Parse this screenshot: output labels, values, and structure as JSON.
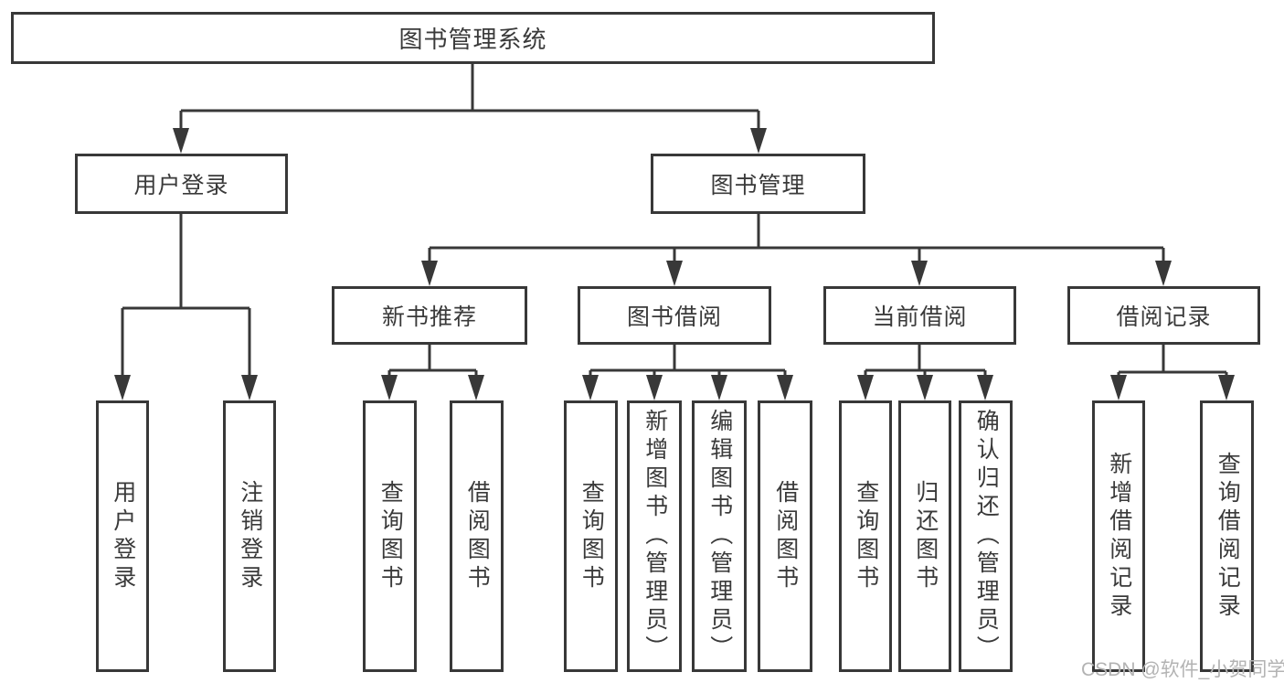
{
  "diagram": {
    "root": {
      "label": "图书管理系统"
    },
    "branches": [
      {
        "label": "用户登录",
        "children": [
          {
            "label": "用户登录"
          },
          {
            "label": "注销登录"
          }
        ]
      },
      {
        "label": "图书管理",
        "children": [
          {
            "label": "新书推荐",
            "children": [
              {
                "label": "查询图书"
              },
              {
                "label": "借阅图书"
              }
            ]
          },
          {
            "label": "图书借阅",
            "children": [
              {
                "label": "查询图书"
              },
              {
                "label": "新增图书（管理员）"
              },
              {
                "label": "编辑图书（管理员）"
              },
              {
                "label": "借阅图书"
              }
            ]
          },
          {
            "label": "当前借阅",
            "children": [
              {
                "label": "查询图书"
              },
              {
                "label": "归还图书"
              },
              {
                "label": "确认归还（管理员）"
              }
            ]
          },
          {
            "label": "借阅记录",
            "children": [
              {
                "label": "新增借阅记录"
              },
              {
                "label": "查询借阅记录"
              }
            ]
          }
        ]
      }
    ]
  },
  "watermark": {
    "text": "CSDN @软件_小贺同学"
  },
  "colors": {
    "line": "#383838",
    "text": "#3a3a3a",
    "watermark": "#b3b3b3"
  }
}
